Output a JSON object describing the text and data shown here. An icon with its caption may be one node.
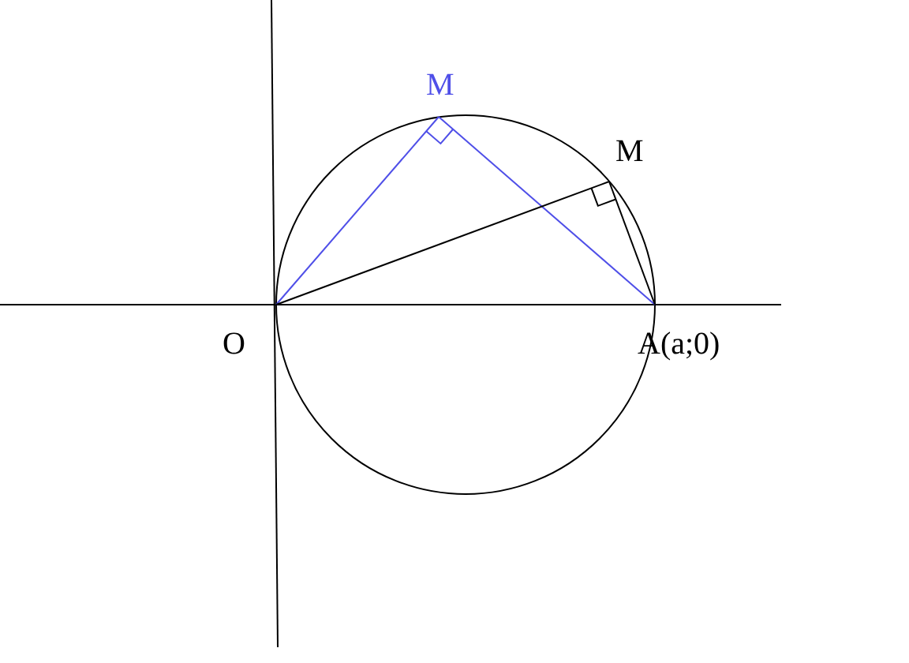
{
  "diagram": {
    "nodes": [
      {
        "text": [
          "M"
        ]
      },
      {
        "text": [
          "M"
        ]
      },
      {
        "text": [
          "O"
        ]
      },
      {
        "text": [
          "A(a;0)"
        ]
      }
    ],
    "edges": [
      {
        "from": 2,
        "to": 0,
        "arrow": "none",
        "color": "#4f4fe8"
      },
      {
        "from": 0,
        "to": 3,
        "arrow": "none",
        "color": "#4f4fe8"
      },
      {
        "from": 2,
        "to": 1,
        "arrow": "none",
        "color": "#000000"
      },
      {
        "from": 1,
        "to": 3,
        "arrow": "none",
        "color": "#000000"
      }
    ]
  }
}
